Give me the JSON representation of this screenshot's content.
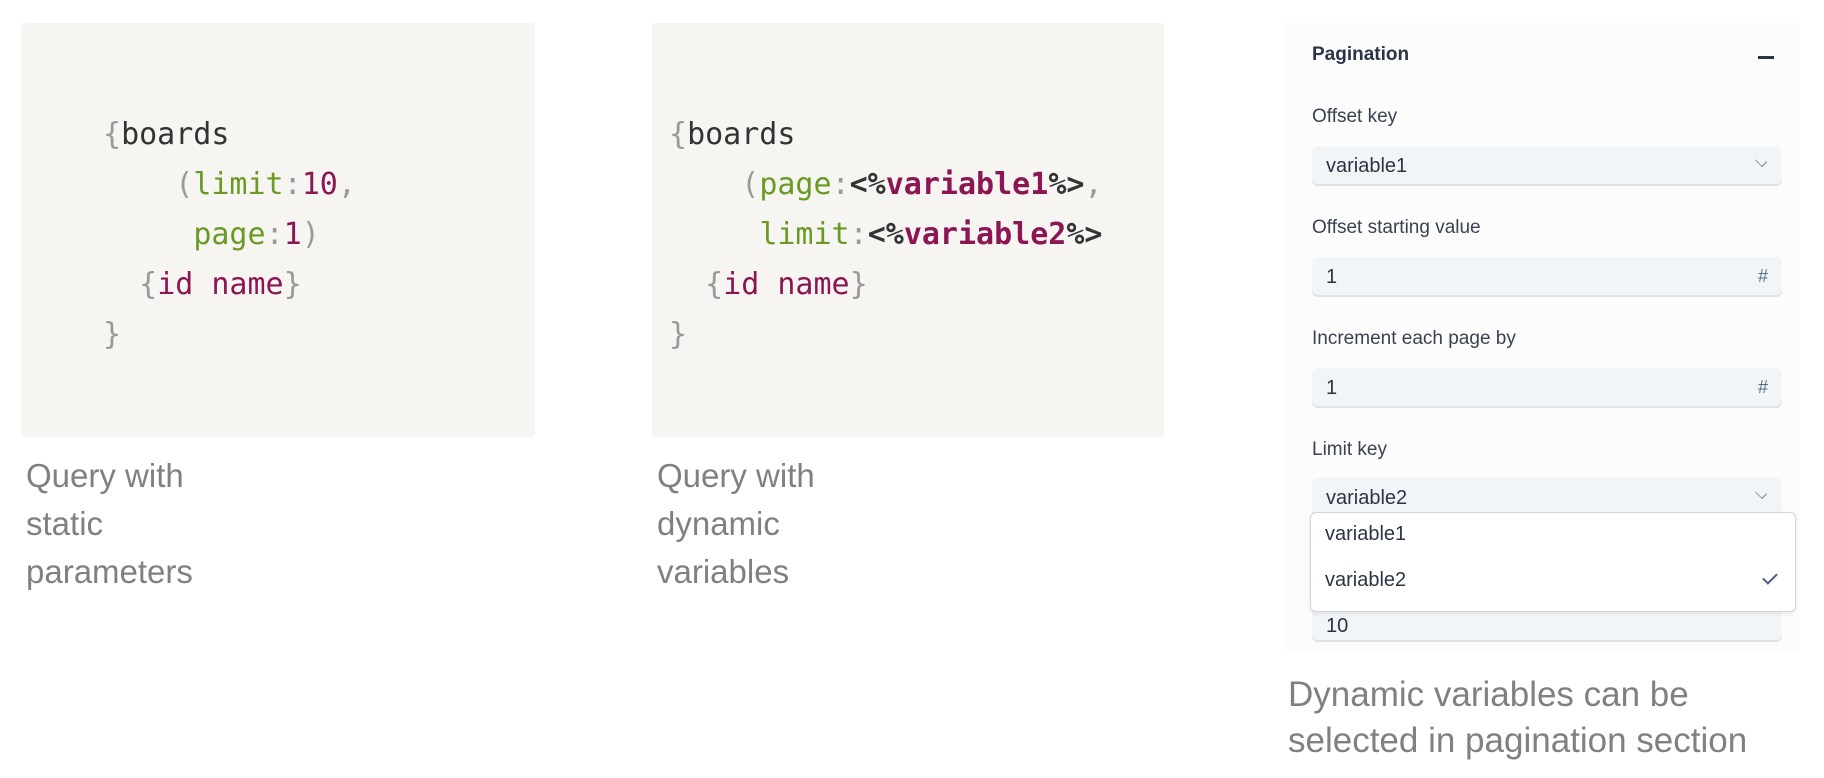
{
  "static_query": {
    "lines": [
      [
        "{",
        "boards"
      ],
      [
        "(",
        "limit",
        ":",
        "10",
        ","
      ],
      [
        "page",
        ":",
        "1",
        ")"
      ],
      [
        "{",
        "id name",
        "}"
      ],
      [
        "}"
      ]
    ],
    "caption": [
      "Query with",
      "static",
      "parameters"
    ]
  },
  "dynamic_query": {
    "lines": [
      [
        "{",
        "boards"
      ],
      [
        "(",
        "page",
        ":",
        "<%",
        "variable1",
        "%>",
        ","
      ],
      [
        "limit",
        ":",
        "<%",
        "variable2",
        "%>"
      ],
      [
        "{",
        "id name",
        "}"
      ],
      [
        "}"
      ]
    ],
    "caption": [
      "Query with",
      "dynamic",
      "variables"
    ]
  },
  "pagination": {
    "title": "Pagination",
    "offset_key": {
      "label": "Offset key",
      "value": "variable1"
    },
    "offset_start": {
      "label": "Offset starting value",
      "value": "1",
      "icon": "#"
    },
    "increment": {
      "label": "Increment each page by",
      "value": "1",
      "icon": "#"
    },
    "limit_key": {
      "label": "Limit key",
      "value": "variable2"
    },
    "hidden_value": "10",
    "dropdown_options": [
      "variable1",
      "variable2"
    ],
    "selected_option": "variable2"
  },
  "panel_caption": [
    "Dynamic variables can be",
    "selected in pagination section"
  ]
}
